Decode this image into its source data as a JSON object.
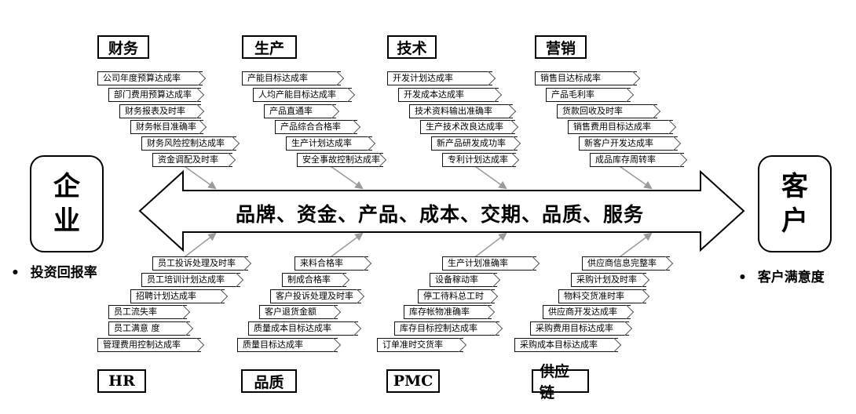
{
  "left_entity": {
    "chars": [
      "企",
      "业"
    ],
    "note": "投资回报率"
  },
  "right_entity": {
    "chars": [
      "客",
      "户"
    ],
    "note": "客户满意度"
  },
  "banner": "品牌、资金、产品、成本、交期、品质、服务",
  "bullet": "•",
  "top_groups": [
    {
      "title": "财务",
      "items": [
        "公司年度预算达成率",
        "部门费用预算达成率",
        "财务报表及时率",
        "财务帐目准确率",
        "财务风险控制达成率",
        "资金调配及时率"
      ]
    },
    {
      "title": "生产",
      "items": [
        "产能目标达成率",
        "人均产能目标达成率",
        "产品直通率",
        "产品综合合格率",
        "生产计划达成率",
        "安全事故控制达成率"
      ]
    },
    {
      "title": "技术",
      "items": [
        "开发计划达成率",
        "开发成本达成率",
        "技术资料输出准确率",
        "生产技术改良达成率",
        "新产品研发成功率",
        "专利计划达成率"
      ]
    },
    {
      "title": "营销",
      "items": [
        "销售目达标成率",
        "产品毛利率",
        "货款回收及时率",
        "销售费用目标达成率",
        "新客户开发达成率",
        "成品库存周转率"
      ]
    }
  ],
  "bottom_groups": [
    {
      "title": "HR",
      "items": [
        "员工投诉处理及时率",
        "员工培训计划达成率",
        "招聘计划达成率",
        "员工流失率",
        "员工满意 度",
        "管理费用控制达成率"
      ]
    },
    {
      "title": "品质",
      "items": [
        "来料合格率",
        "制成合格率",
        "客户投诉处理及时率",
        "客户退货金额",
        "质量成本目标达成率",
        "质量目标达成率"
      ]
    },
    {
      "title": "PMC",
      "items": [
        "生产计划准确率",
        "设备稼动率",
        "停工待料总工时",
        "库存帐物准确率",
        "库存目标控制达成率",
        "订单准时交货率"
      ]
    },
    {
      "title": "供应链",
      "items": [
        "供应商信息完整率",
        "采购计划及时率",
        "物料交货准时率",
        "供应商开发达成率",
        "采购费用目标达成率",
        "采购成本目标达成率"
      ]
    }
  ]
}
